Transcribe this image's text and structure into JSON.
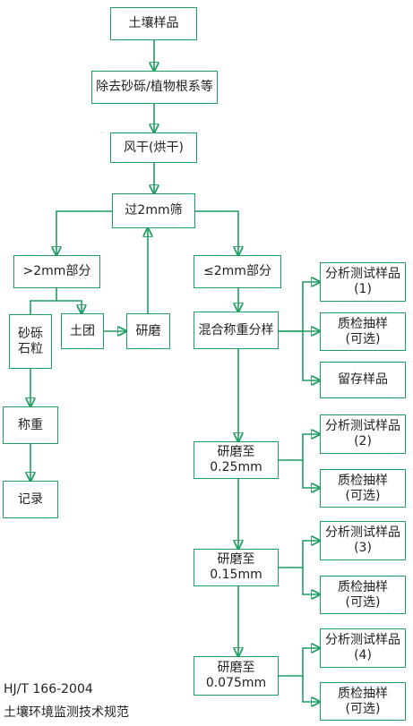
{
  "nodes": {
    "soil_sample": "土壤样品",
    "remove_debris": "除去砂砾/植物根系等",
    "air_dry": "风干(烘干)",
    "sieve_2mm": "过2mm筛",
    "gt_2mm": ">2mm部分",
    "gravel": "砂砾\n石粒",
    "clods": "土团",
    "grind": "研磨",
    "weigh": "称重",
    "record": "记录",
    "le_2mm": "≤2mm部分",
    "mix_weigh_split": "混合称重分样",
    "analysis_1": "分析测试样品\n(1)",
    "qc_1": "质检抽样\n(可选)",
    "retain": "留存样品",
    "grind_025": "研磨至\n0.25mm",
    "analysis_2": "分析测试样品\n(2)",
    "qc_2": "质检抽样\n(可选)",
    "grind_015": "研磨至\n0.15mm",
    "analysis_3": "分析测试样品\n(3)",
    "qc_3": "质检抽样\n(可选)",
    "grind_0075": "研磨至\n0.075mm",
    "analysis_4": "分析测试样品\n(4)",
    "qc_4": "质检抽样\n(可选)"
  },
  "footer": {
    "standard_code": "HJ/T 166-2004",
    "standard_title": "土壤环境监测技术规范"
  },
  "colors": {
    "line": "#1e9e63",
    "text": "#222222"
  }
}
